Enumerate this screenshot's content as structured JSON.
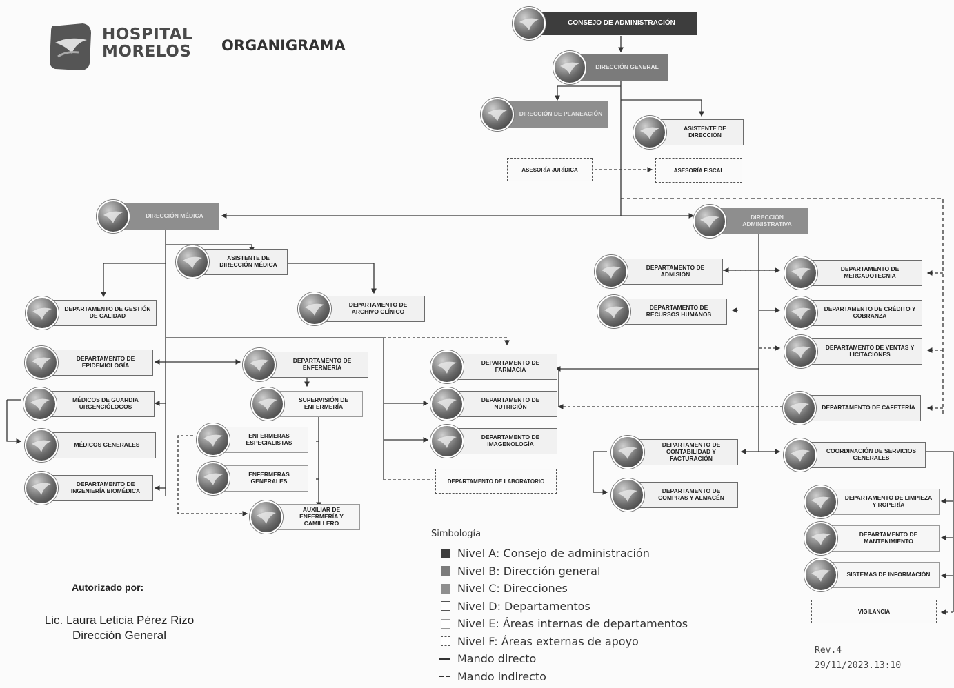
{
  "header": {
    "brand_line1": "HOSPITAL",
    "brand_line2": "MORELOS",
    "title": "ORGANIGRAMA"
  },
  "nodes": {
    "consejo": "CONSEJO DE ADMINISTRACIÓN",
    "direccion_general": "DIRECCIÓN GENERAL",
    "direccion_planeacion": "DIRECCIÓN DE PLANEACIÓN",
    "asistente_direccion": "ASISTENTE DE DIRECCIÓN",
    "asesoria_juridica": "ASESORÍA JURÍDICA",
    "asesoria_fiscal": "ASESORÍA FISCAL",
    "direccion_medica": "DIRECCIÓN MÉDICA",
    "direccion_administrativa": "DIRECCIÓN ADMINISTRATIVA",
    "asistente_direccion_medica": "ASISTENTE DE DIRECCIÓN MÉDICA",
    "gestion_calidad": "DEPARTAMENTO DE GESTIÓN DE CALIDAD",
    "archivo_clinico": "DEPARTAMENTO DE ARCHIVO CLÍNICO",
    "epidemiologia": "DEPARTAMENTO DE EPIDEMIOLOGÍA",
    "medicos_guardia": "MÉDICOS DE GUARDIA URGENCIÓLOGOS",
    "medicos_generales": "MÉDICOS GENERALES",
    "ingenieria_biomedica": "DEPARTAMENTO DE INGENIERÍA BIOMÉDICA",
    "enfermeria": "DEPARTAMENTO DE ENFERMERÍA",
    "supervision_enfermeria": "SUPERVISIÓN DE ENFERMERÍA",
    "enfermeras_especialistas": "ENFERMERAS ESPECIALISTAS",
    "enfermeras_generales": "ENFERMERAS GENERALES",
    "auxiliar_enfermeria": "AUXILIAR DE ENFERMERÍA Y CAMILLERO",
    "farmacia": "DEPARTAMENTO DE FARMACIA",
    "nutricion": "DEPARTAMENTO DE NUTRICIÓN",
    "imagenologia": "DEPARTAMENTO DE IMAGENOLOGÍA",
    "laboratorio": "DEPARTAMENTO DE LABORATORIO",
    "admision": "DEPARTAMENTO DE ADMISIÓN",
    "recursos_humanos": "DEPARTAMENTO DE RECURSOS HUMANOS",
    "mercadotecnia": "DEPARTAMENTO DE MERCADOTECNIA",
    "credito_cobranza": "DEPARTAMENTO DE CRÉDITO Y COBRANZA",
    "ventas_licitaciones": "DEPARTAMENTO DE VENTAS Y LICITACIONES",
    "cafeteria": "DEPARTAMENTO DE CAFETERÍA",
    "contabilidad": "DEPARTAMENTO DE CONTABILIDAD Y FACTURACIÓN",
    "compras_almacen": "DEPARTAMENTO DE COMPRAS Y ALMACÉN",
    "servicios_generales": "COORDINACIÓN DE SERVICIOS GENERALES",
    "limpieza_roperia": "DEPARTAMENTO DE LIMPIEZA Y ROPERÍA",
    "mantenimiento": "DEPARTAMENTO DE MANTENIMIENTO",
    "sistemas_informacion": "SISTEMAS DE INFORMACIÓN",
    "vigilancia": "VIGILANCIA"
  },
  "authorization": {
    "label": "Autorizado por:",
    "name": "Lic. Laura Leticia Pérez Rizo",
    "role": "Dirección General"
  },
  "legend": {
    "title": "Simbología",
    "items": [
      "Nivel A: Consejo de administración",
      "Nivel B: Dirección general",
      "Nivel C: Direcciones",
      "Nivel D: Departamentos",
      "Nivel E: Áreas internas de departamentos",
      "Nivel F: Áreas externas de apoyo",
      "Mando directo",
      "Mando indirecto"
    ],
    "colors": {
      "nivel_a": "#3d3d3d",
      "nivel_b": "#7b7b7b",
      "nivel_c": "#8e8e8e",
      "nivel_d": "#f1f1f1",
      "nivel_e": "#f6f6f6",
      "nivel_f": "#fafafa"
    }
  },
  "revision": {
    "rev": "Rev.4",
    "date": "29/11/2023.13:10"
  }
}
